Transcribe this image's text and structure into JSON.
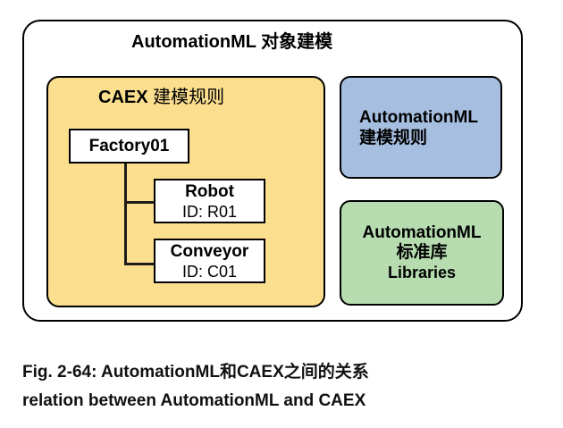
{
  "diagram": {
    "outer_title": "AutomationML 对象建模",
    "caex_group": {
      "title_en": "CAEX",
      "title_zh": "建模规则",
      "nodes": {
        "factory": {
          "label": "Factory01"
        },
        "robot": {
          "label": "Robot",
          "id": "ID: R01"
        },
        "conveyor": {
          "label": "Conveyor",
          "id": "ID: C01"
        }
      }
    },
    "aml_rules_box": {
      "line1": "AutomationML",
      "line2": "建模规则"
    },
    "aml_libraries_box": {
      "line1": "AutomationML",
      "line2": "标准库",
      "line3": "Libraries"
    },
    "colors": {
      "caex_fill": "#FBDF8F",
      "rules_fill": "#A6BFE1",
      "libraries_fill": "#B6DCB0",
      "connector": "#1c1c1c"
    }
  },
  "caption": {
    "line1": "Fig. 2-64: AutomationML和CAEX之间的关系",
    "line2": "relation between AutomationML and CAEX"
  }
}
